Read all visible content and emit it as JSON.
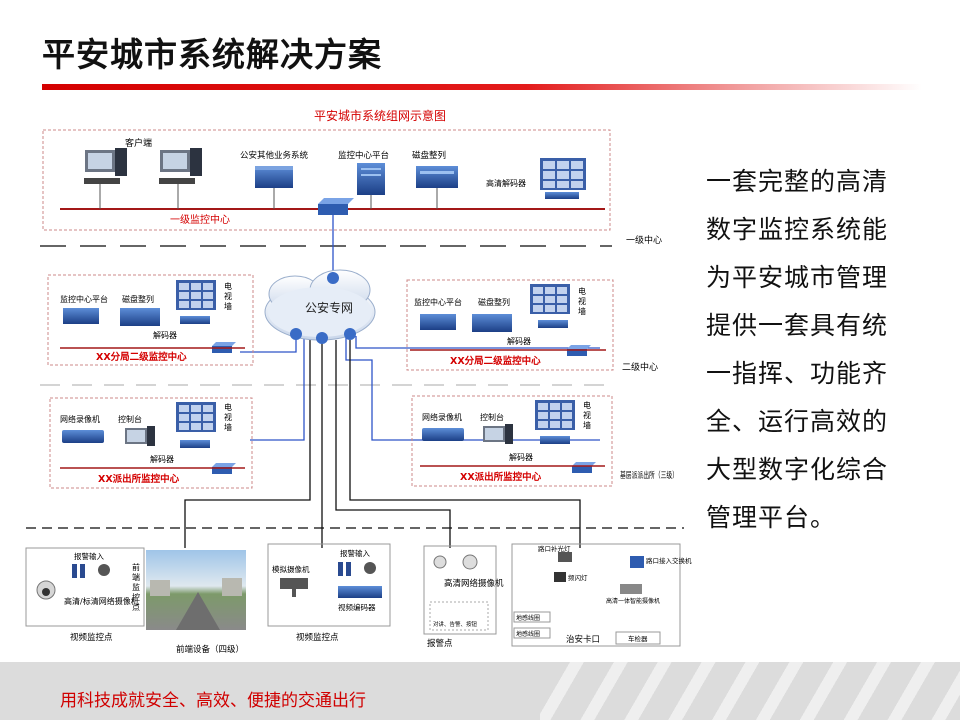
{
  "header": {
    "title": "平安城市系统解决方案"
  },
  "diagram": {
    "title": "平安城市系统组网示意图",
    "levels": {
      "level1": "一级中心",
      "level2": "二级中心",
      "level3": "基层派派出所（三级）"
    },
    "level1_center": {
      "label": "一级监控中心",
      "devices": {
        "client": "客户端",
        "police_system": "公安其他业务系统",
        "platform": "监控中心平台",
        "disk": "磁盘整列",
        "decoder": "高清解码器"
      }
    },
    "network": {
      "label": "公安专网"
    },
    "branch_left": {
      "label": "XX分局二级监控中心",
      "platform": "监控中心平台",
      "disk": "磁盘整列",
      "decoder": "解码器",
      "tvwall": "电视墙"
    },
    "branch_right": {
      "label": "XX分局二级监控中心",
      "platform": "监控中心平台",
      "disk": "磁盘整列",
      "decoder": "解码器",
      "tvwall": "电视墙"
    },
    "station_left": {
      "label": "XX派出所监控中心",
      "nvr": "网络录像机",
      "console": "控制台",
      "decoder": "解码器",
      "tvwall": "电视墙"
    },
    "station_right": {
      "label": "XX派出所监控中心",
      "nvr": "网络录像机",
      "console": "控制台",
      "decoder": "解码器",
      "tvwall": "电视墙"
    },
    "frontend": {
      "group_label": "前端设备（四级）",
      "point1": {
        "alarm_input": "报警输入",
        "camera": "高清/标清网络摄像机",
        "label": "视频监控点"
      },
      "front_bayonet": "前端监控点",
      "point2": {
        "analog_camera": "模拟摄像机",
        "alarm_input": "报警输入",
        "encoder": "视频编码器",
        "label": "视频监控点"
      },
      "point3": {
        "camera": "高清网络摄像机",
        "intercom": "对讲、告警、按钮",
        "label": "报警点"
      },
      "point4": {
        "fill_light": "路口补光灯",
        "flash": "频闪灯",
        "access_switch": "路口接入交换机",
        "hd_camera": "高清一体智能摄像机",
        "loop1": "地感线圈",
        "loop2": "地感线圈",
        "detector": "车检器",
        "label": "治安卡口"
      }
    }
  },
  "description": "一套完整的高清数字监控系统能为平安城市管理提供一套具有统一指挥、功能齐全、运行高效的大型数字化综合管理平台。",
  "footer": {
    "slogan": "用科技成就安全、高效、便捷的交通出行"
  },
  "colors": {
    "accent": "#d40000",
    "device_blue": "#2a5da8",
    "link_blue": "#2e55c8",
    "footer_bg": "#dcdcdc"
  }
}
